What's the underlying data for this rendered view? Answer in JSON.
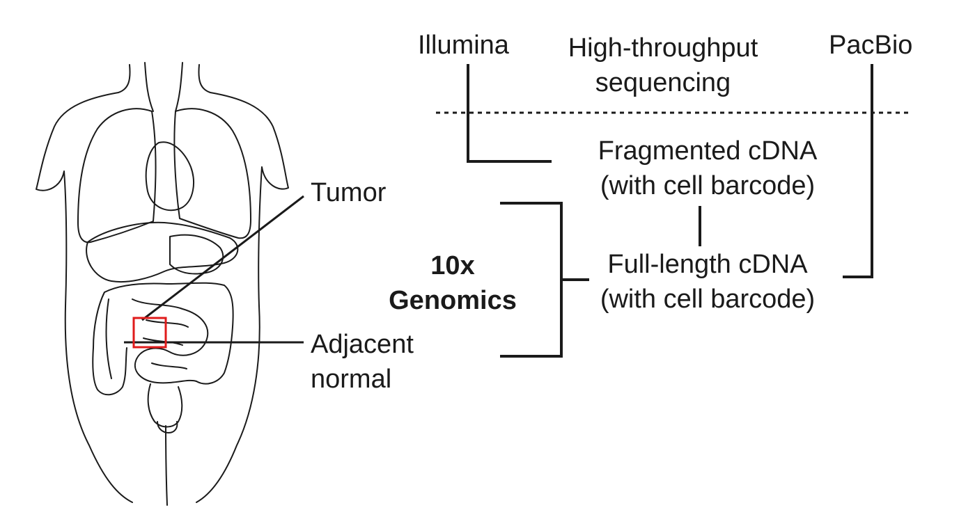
{
  "sequencing": {
    "illumina": "Illumina",
    "high_throughput_line1": "High-throughput",
    "high_throughput_line2": "sequencing",
    "pacbio": "PacBio"
  },
  "library": {
    "fragmented_line1": "Fragmented cDNA",
    "fragmented_line2": "(with cell barcode)",
    "full_length_line1": "Full-length cDNA",
    "full_length_line2": "(with cell barcode)"
  },
  "platform": {
    "line1": "10x",
    "line2": "Genomics"
  },
  "tissue": {
    "tumor": "Tumor",
    "adjacent_line1": "Adjacent",
    "adjacent_line2": "normal"
  },
  "colors": {
    "line": "#1a1a1a",
    "highlight": "#e01b1b"
  }
}
